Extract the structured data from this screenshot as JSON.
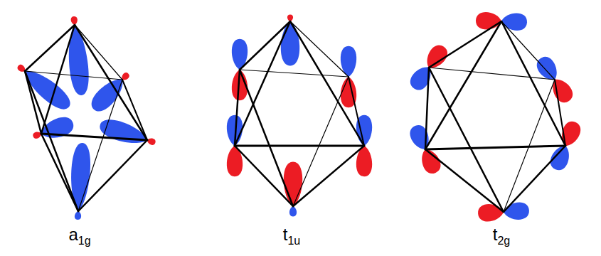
{
  "diagram": {
    "labels": [
      "a1g",
      "t1u",
      "t2g"
    ]
  }
}
